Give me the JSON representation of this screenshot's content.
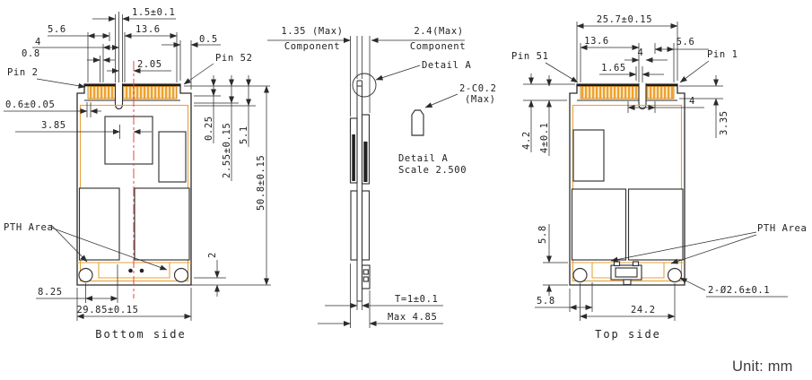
{
  "unit_label": "Unit: mm",
  "colors": {
    "gold_finger": "#EFA12F",
    "board_outline_orange": "#E8A23B",
    "centerline_red": "#E4473B",
    "line_black": "#2b2b2b"
  },
  "bottom_view": {
    "title": "Bottom side",
    "pin2": "Pin 2",
    "pin52": "Pin 52",
    "pth_area": "PTH Area",
    "dim_notch": "1.5±0.1",
    "dim_5_6": "5.6",
    "dim_13_6": "13.6",
    "dim_4": "4",
    "dim_0_5": "0.5",
    "dim_0_8": "0.8",
    "dim_2_05": "2.05",
    "dim_0_6": "0.6±0.05",
    "dim_3_85": "3.85",
    "dim_0_25": "0.25",
    "dim_2_55": "2.55±0.15",
    "dim_5_1": "5.1",
    "dim_50_8": "50.8±0.15",
    "dim_2": "2",
    "dim_8_25": "8.25",
    "dim_29_85": "29.85±0.15"
  },
  "side_view": {
    "dim_1_35": "1.35 (Max)",
    "component_left": "Component",
    "dim_2_4": "2.4(Max)",
    "component_right": "Component",
    "detail_a_label": "Detail A",
    "chamfer": "2-C0.2",
    "chamfer_max": "(Max)",
    "detail_caption_1": "Detail A",
    "detail_caption_2": "Scale 2.500",
    "dim_t": "T=1±0.1",
    "dim_max": "Max 4.85"
  },
  "top_view": {
    "title": "Top side",
    "pin51": "Pin 51",
    "pin1": "Pin 1",
    "pth_area": "PTH Area",
    "dim_25_7": "25.7±0.15",
    "dim_13_6": "13.6",
    "dim_4_top": "4",
    "dim_5_6": "5.6",
    "dim_1_65": "1.65",
    "dim_4_below": "4",
    "dim_3_35": "3.35",
    "dim_4_2": "4.2",
    "dim_4_tol": "4±0.1",
    "dim_5_8_v": "5.8",
    "dim_5_8_h": "5.8",
    "dim_24_2": "24.2",
    "dim_holes": "2-Ø2.6±0.1"
  }
}
